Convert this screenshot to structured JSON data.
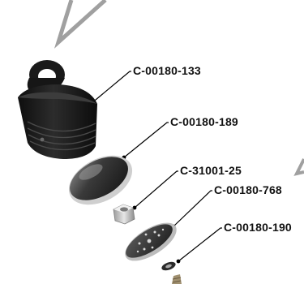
{
  "parts": [
    {
      "id": "cap",
      "number": "C-00180-133",
      "icon": "threaded-cap"
    },
    {
      "id": "dome",
      "number": "C-00180-189",
      "icon": "dome-disc"
    },
    {
      "id": "nut",
      "number": "C-31001-25",
      "icon": "hex-nut"
    },
    {
      "id": "plate",
      "number": "C-00180-768",
      "icon": "perforated-plate"
    },
    {
      "id": "washer",
      "number": "C-00180-190",
      "icon": "washer"
    }
  ],
  "colors": {
    "leader_line": "#000000",
    "background_lines": "#9a9a9a",
    "part_dark": "#1c1c1c",
    "part_mid": "#3a3a3a",
    "part_light": "#bdbdbd"
  }
}
